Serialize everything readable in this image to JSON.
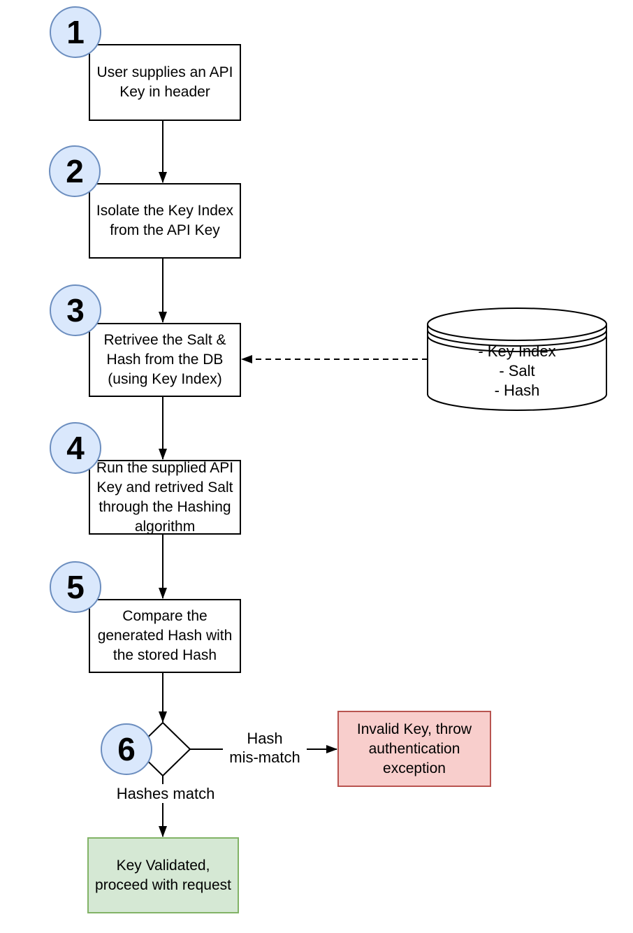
{
  "diagram": {
    "title_hint": "API key validation flowchart",
    "colors": {
      "background": "#ffffff",
      "step_circle_fill": "#dae8fc",
      "step_circle_border": "#6c8ebf",
      "process_fill": "#ffffff",
      "process_border": "#000000",
      "connector": "#000000",
      "error_fill": "#f8cecc",
      "error_border": "#b85450",
      "success_fill": "#d5e8d4",
      "success_border": "#82b366"
    },
    "steps": [
      {
        "number": "1",
        "lines": [
          "User supplies an API",
          "Key in header"
        ]
      },
      {
        "number": "2",
        "lines": [
          "Isolate the Key Index",
          "from the API Key"
        ]
      },
      {
        "number": "3",
        "lines": [
          "Retrivee the Salt &",
          "Hash from the DB",
          "(using Key Index)"
        ]
      },
      {
        "number": "4",
        "lines": [
          "Run the supplied API",
          "Key and retrived Salt",
          "through the Hashing",
          "algorithm"
        ]
      },
      {
        "number": "5",
        "lines": [
          "Compare the",
          "generated Hash with",
          "the stored Hash"
        ]
      },
      {
        "number": "6",
        "lines": []
      }
    ],
    "database": {
      "lines": [
        "- Key Index",
        "- Salt",
        "- Hash"
      ]
    },
    "decision": {
      "branch_mismatch": {
        "lines": [
          "Hash",
          "mis-match"
        ]
      },
      "branch_match": {
        "label": "Hashes match"
      }
    },
    "outcomes": {
      "error": {
        "lines": [
          "Invalid Key, throw",
          "authentication",
          "exception"
        ]
      },
      "success": {
        "lines": [
          "Key Validated,",
          "proceed with request"
        ]
      }
    }
  }
}
